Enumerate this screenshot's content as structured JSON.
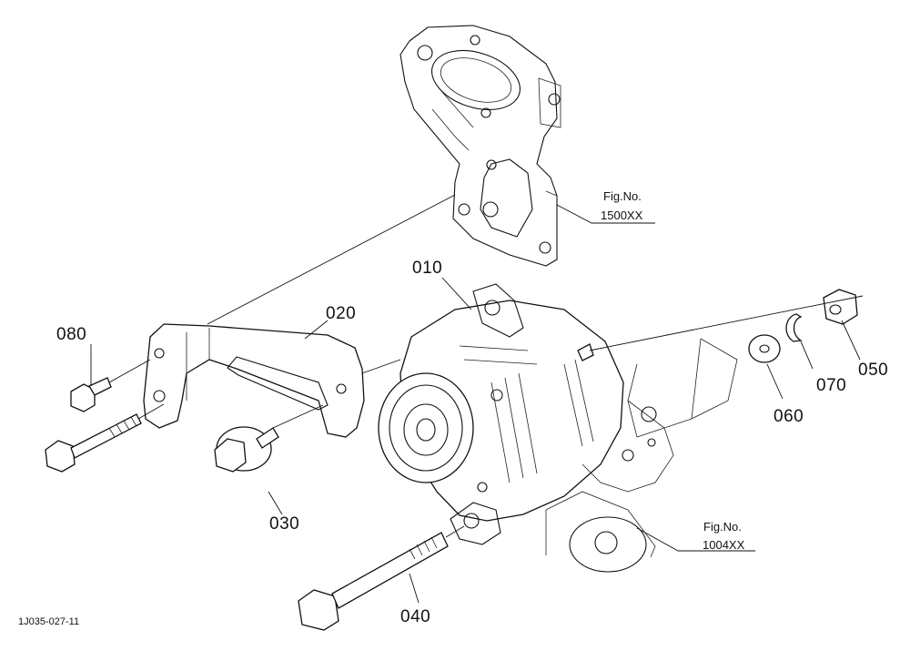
{
  "diagram": {
    "parts": [
      {
        "id": "010",
        "label": "010"
      },
      {
        "id": "020",
        "label": "020"
      },
      {
        "id": "030",
        "label": "030"
      },
      {
        "id": "040",
        "label": "040"
      },
      {
        "id": "050",
        "label": "050"
      },
      {
        "id": "060",
        "label": "060"
      },
      {
        "id": "070",
        "label": "070"
      },
      {
        "id": "080",
        "label": "080"
      }
    ],
    "figure_refs": [
      {
        "line1": "Fig.No.",
        "line2": "1500XX"
      },
      {
        "line1": "Fig.No.",
        "line2": "1004XX"
      }
    ],
    "drawing_code": "1J035-027-11"
  }
}
